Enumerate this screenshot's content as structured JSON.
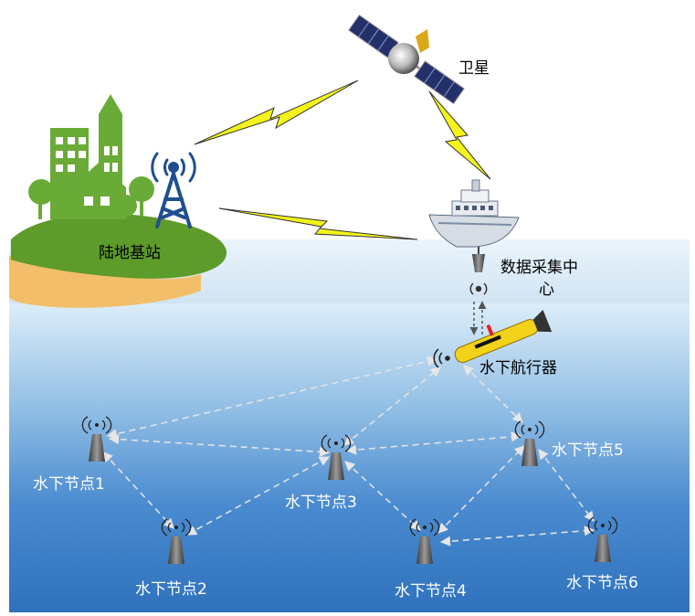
{
  "labels": {
    "satellite": "卫星",
    "land_station": "陆地基站",
    "data_center_line1": "数据采集中",
    "data_center_line2": "心",
    "auv": "水下航行器",
    "nodes": [
      "水下节点1",
      "水下节点2",
      "水下节点3",
      "水下节点4",
      "水下节点5",
      "水下节点6"
    ]
  },
  "colors": {
    "sky": "#ffffff",
    "sea_surface": "#cfe6f6",
    "sea_deep": "#2f7fc4",
    "island_grass": "#5f9a2c",
    "island_sand": "#f2be6a",
    "buildings": "#6aaa3a",
    "tower": "#1f4f8f",
    "lightning": "#f2f21e",
    "auv_body": "#f2d21a",
    "link_dashed": "#d9d9d9"
  },
  "icons": [
    "satellite-icon",
    "building-icon",
    "radio-tower-icon",
    "lightning-icon",
    "ship-icon",
    "auv-icon",
    "underwater-node-icon",
    "signal-icon"
  ]
}
